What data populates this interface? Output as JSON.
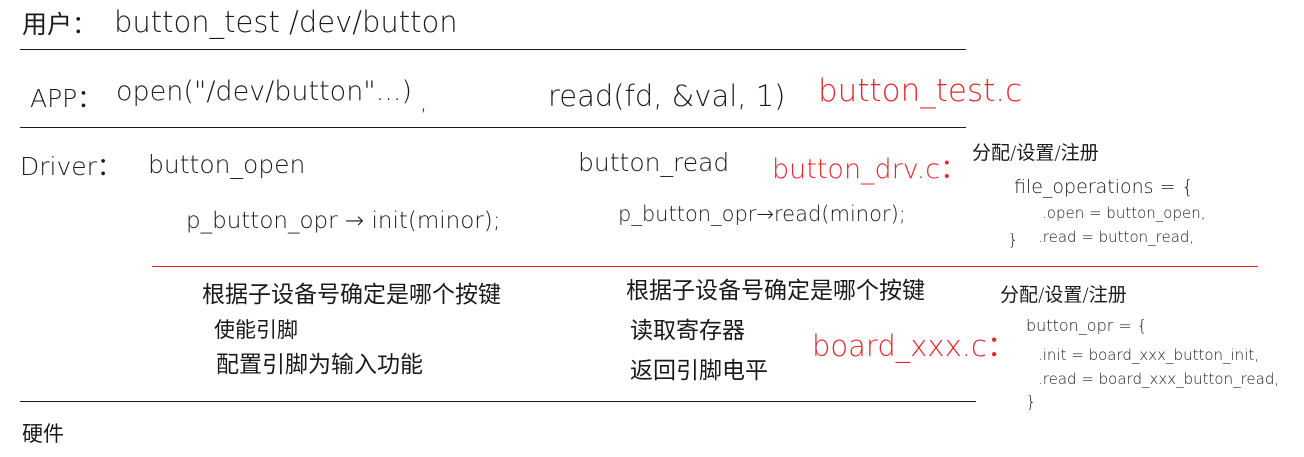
{
  "colors": {
    "ink": "#1a1a1a",
    "red": "#e8262d"
  },
  "user_layer": {
    "label": "用户：",
    "text": "button_test  /dev/button"
  },
  "app_layer": {
    "label": "APP：",
    "open_call": "open(\"/dev/button\"...)",
    "comma": ",",
    "read_call": "read(fd, &val, 1)",
    "file": "button_test.c"
  },
  "driver_layer": {
    "label": "Driver：",
    "open_fn": "button_open",
    "open_body": "p_button_opr → init(minor);",
    "read_fn": "button_read",
    "read_body": "p_button_opr→read(minor);",
    "file": "button_drv.c：",
    "note_title": "分配/设置/注册",
    "struct_decl": "file_operations = {",
    "struct_open": ".open = button_open,",
    "struct_read": ".read = button_read,",
    "struct_close": "}"
  },
  "board_layer": {
    "init_title": "根据子设备号确定是哪个按键",
    "init_step1": "使能引脚",
    "init_step2": "配置引脚为输入功能",
    "read_title": "根据子设备号确定是哪个按键",
    "read_step1": "读取寄存器",
    "read_step2": "返回引脚电平",
    "file": "board_xxx.c：",
    "note_title": "分配/设置/注册",
    "struct_decl": "button_opr = {",
    "struct_init": ".init = board_xxx_button_init,",
    "struct_read": ".read = board_xxx_button_read,",
    "struct_close": "}"
  },
  "hardware_layer": {
    "label": "硬件"
  }
}
